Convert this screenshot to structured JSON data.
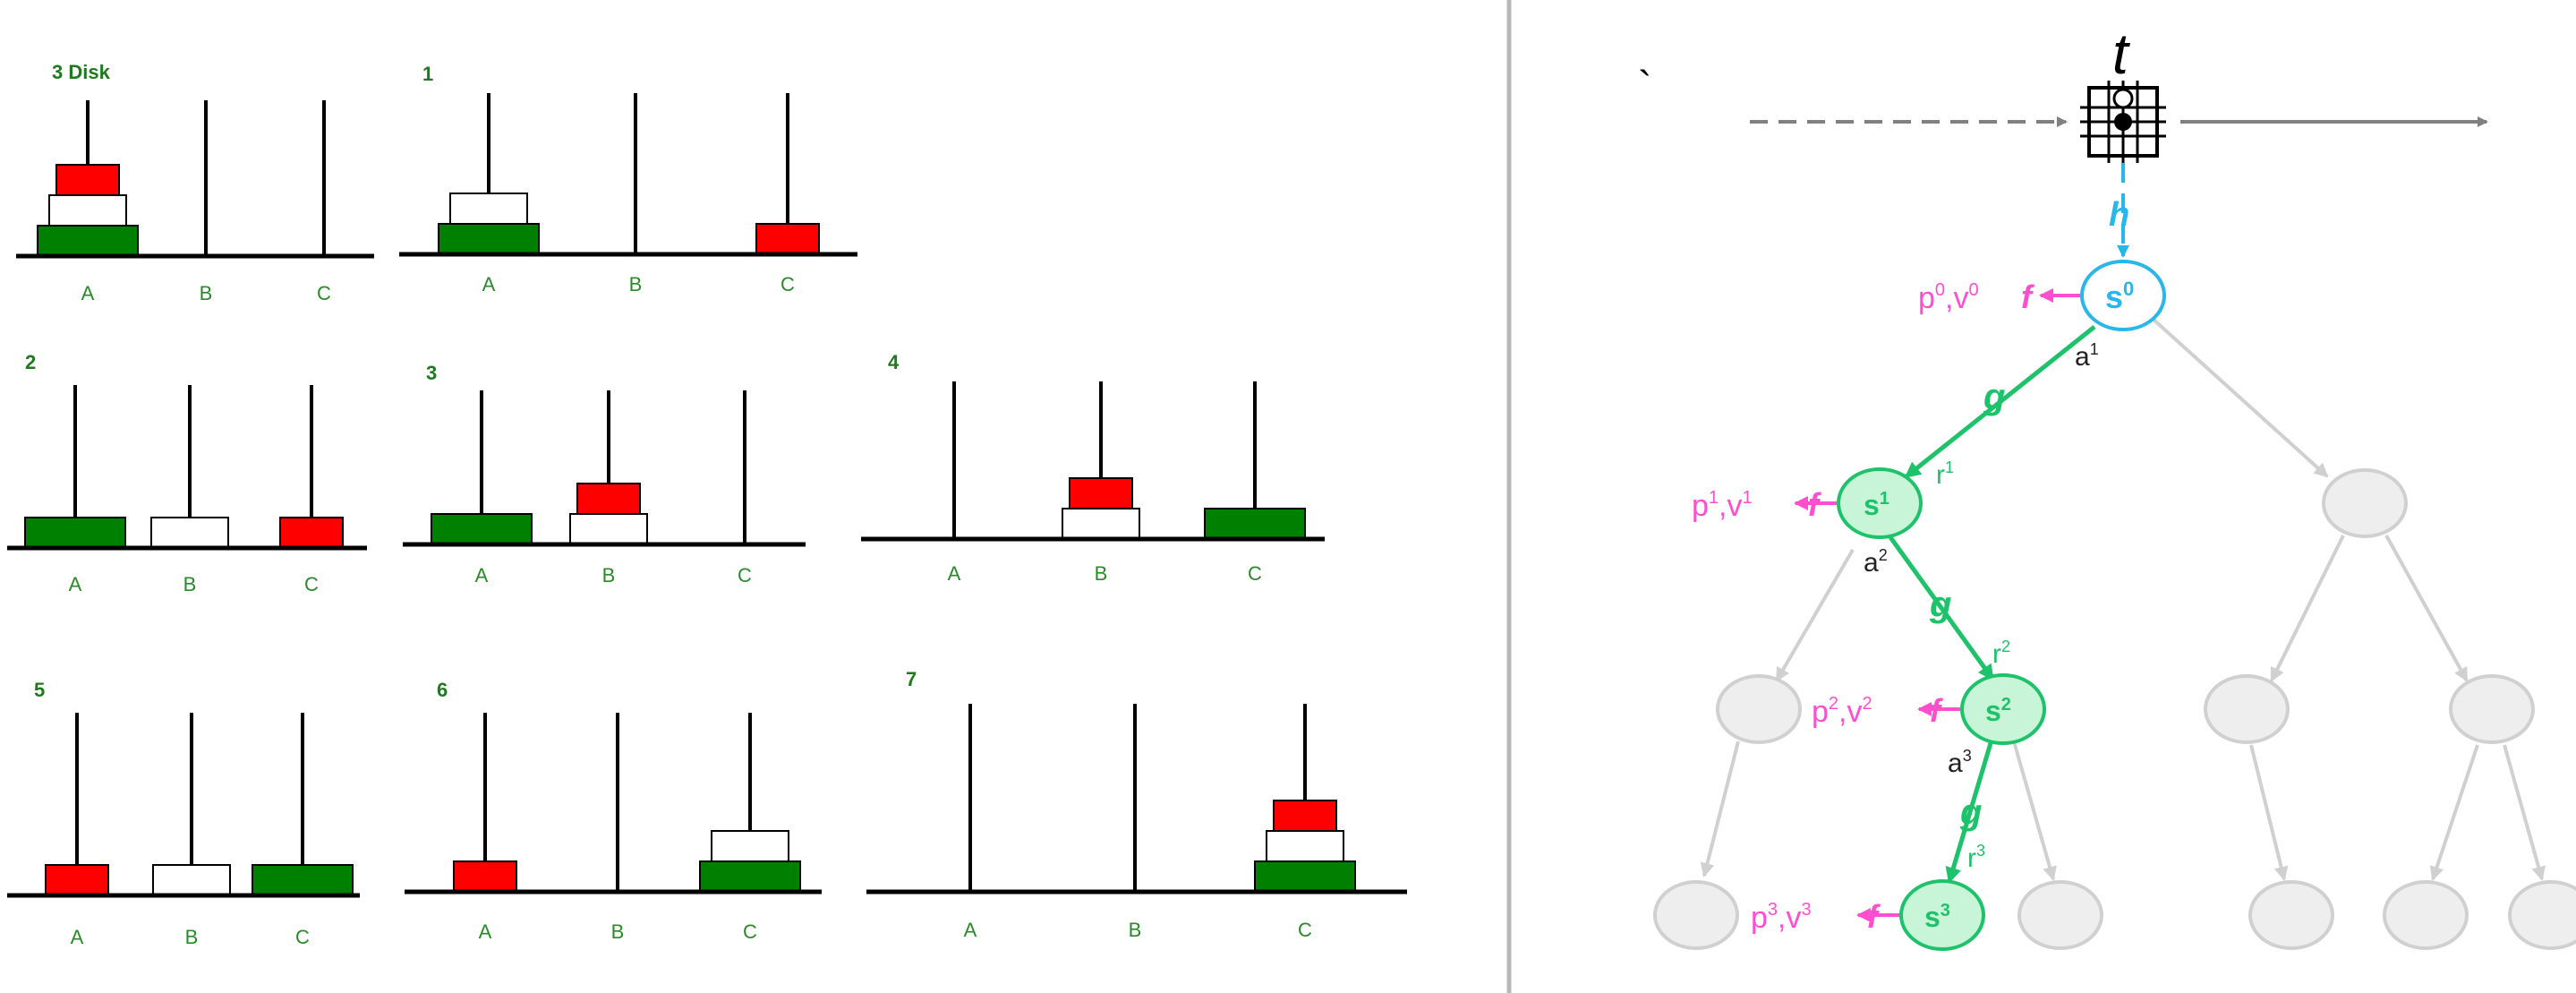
{
  "hanoi": {
    "colors": {
      "red": "#ff0000",
      "white": "#ffffff",
      "green": "#008000",
      "outline": "#000000",
      "label": "#2a8a2a"
    },
    "peg_labels": [
      "A",
      "B",
      "C"
    ],
    "panels": [
      {
        "title": "3 Disk",
        "pegs": [
          [
            "green",
            "white",
            "red"
          ],
          [],
          []
        ]
      },
      {
        "title": "1",
        "pegs": [
          [
            "green",
            "white"
          ],
          [],
          [
            "red"
          ]
        ]
      },
      {
        "title": "2",
        "pegs": [
          [
            "green"
          ],
          [
            "white"
          ],
          [
            "red"
          ]
        ]
      },
      {
        "title": "3",
        "pegs": [
          [
            "green"
          ],
          [
            "white",
            "red"
          ],
          []
        ]
      },
      {
        "title": "4",
        "pegs": [
          [],
          [
            "white",
            "red"
          ],
          [
            "green"
          ]
        ]
      },
      {
        "title": "5",
        "pegs": [
          [
            "red"
          ],
          [
            "white"
          ],
          [
            "green"
          ]
        ]
      },
      {
        "title": "6",
        "pegs": [
          [
            "red"
          ],
          [],
          [
            "green",
            "white"
          ]
        ]
      },
      {
        "title": "7",
        "pegs": [
          [],
          [],
          [
            "green",
            "white",
            "red"
          ]
        ]
      }
    ]
  },
  "tree": {
    "timestep_label": "t",
    "stray_mark": "`",
    "colors": {
      "h": "#29b6e8",
      "g": "#1ec26a",
      "f": "#ff4fcf",
      "node_green_fill": "#c8f5d8",
      "node_blue_fill": "#ffffff",
      "node_grey_fill": "#eeeeee",
      "node_grey_stroke": "#d0d0d0",
      "arrow_grey": "#d0d0d0",
      "timeline_grey": "#808080"
    },
    "function_labels": {
      "h": "h",
      "g": "g",
      "f": "f"
    },
    "nodes": [
      {
        "label": "s",
        "sup": "0"
      },
      {
        "label": "s",
        "sup": "1"
      },
      {
        "label": "s",
        "sup": "2"
      },
      {
        "label": "s",
        "sup": "3"
      }
    ],
    "outputs": [
      {
        "p": "p",
        "v": "v",
        "sup": "0"
      },
      {
        "p": "p",
        "v": "v",
        "sup": "1"
      },
      {
        "p": "p",
        "v": "v",
        "sup": "2"
      },
      {
        "p": "p",
        "v": "v",
        "sup": "3"
      }
    ],
    "actions": [
      {
        "label": "a",
        "sup": "1"
      },
      {
        "label": "a",
        "sup": "2"
      },
      {
        "label": "a",
        "sup": "3"
      }
    ],
    "rewards": [
      {
        "label": "r",
        "sup": "1"
      },
      {
        "label": "r",
        "sup": "2"
      },
      {
        "label": "r",
        "sup": "3"
      }
    ]
  }
}
